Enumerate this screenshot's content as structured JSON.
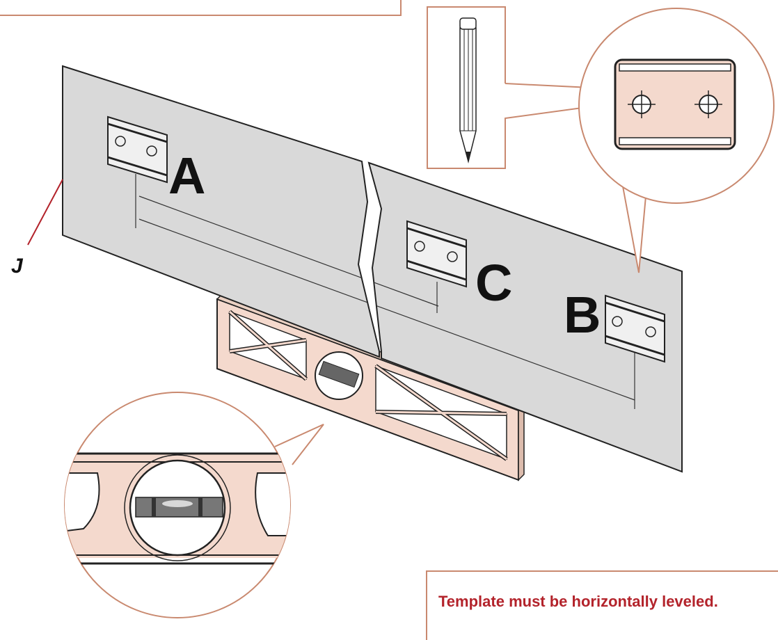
{
  "labels": {
    "bracket_a": "A",
    "bracket_b": "B",
    "bracket_c": "C",
    "template": "J"
  },
  "note": {
    "text": "Template must be horizontally leveled."
  },
  "colors": {
    "callout_border": "#c9896f",
    "note_text": "#b3232b",
    "template_fill": "#d9d9d9",
    "level_fill": "#f4d9cd",
    "line": "#222222"
  },
  "icons": [
    "pencil-icon",
    "spirit-level-icon",
    "mounting-bracket-icon"
  ]
}
